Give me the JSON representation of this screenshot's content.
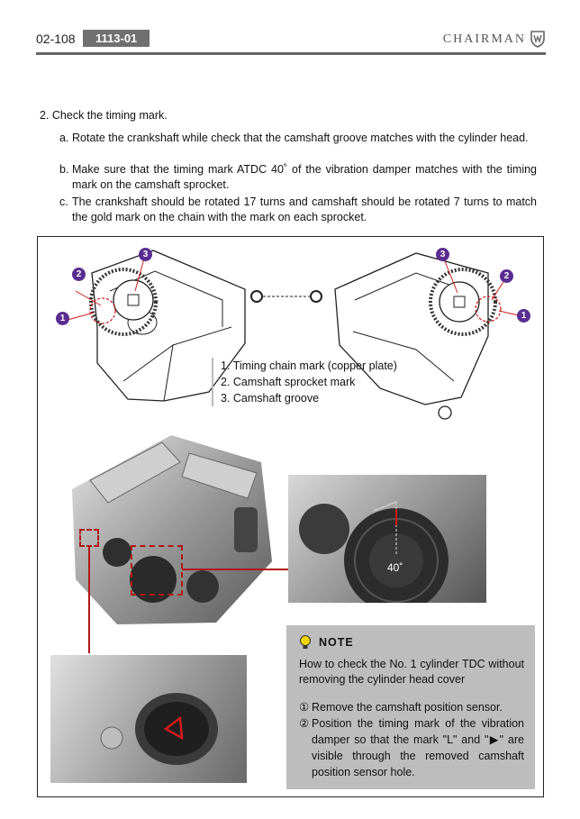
{
  "header": {
    "page_number": "02-108",
    "section_code": "1113-01",
    "brand": "CHAIRMAN"
  },
  "step": "2. Check the timing mark.",
  "substeps": [
    {
      "label": "a.",
      "text": "Rotate the crankshaft while check that the camshaft groove matches with the cylinder head."
    },
    {
      "label": "b.",
      "text": "Make sure that the timing mark ATDC 40˚ of the vibration damper matches with the timing mark on the camshaft sprocket."
    },
    {
      "label": "c.",
      "text": "The crankshaft should be rotated 17 turns and camshaft should be rotated 7 turns to match the gold mark on the chain with the mark on each sprocket."
    }
  ],
  "figure": {
    "callouts": [
      "1",
      "2",
      "3"
    ],
    "legend": [
      "1. Timing chain mark (copper plate)",
      "2. Camshaft sprocket mark",
      "3. Camshaft groove"
    ],
    "damper_angle": "40˚"
  },
  "note": {
    "title": "NOTE",
    "intro": "How to check the No. 1 cylinder TDC without removing the cylinder head cover",
    "items": [
      {
        "num": "①",
        "text": "Remove the camshaft position sensor."
      },
      {
        "num": "②",
        "text": "Position the timing mark of the vibration damper so that the mark \"L\" and \"▶\" are visible through the removed camshaft position sensor hole."
      }
    ]
  },
  "colors": {
    "callout": "#5a2d91",
    "mark": "#d11a1a",
    "note_bg": "#bdbdbd",
    "header_box": "#707070"
  }
}
